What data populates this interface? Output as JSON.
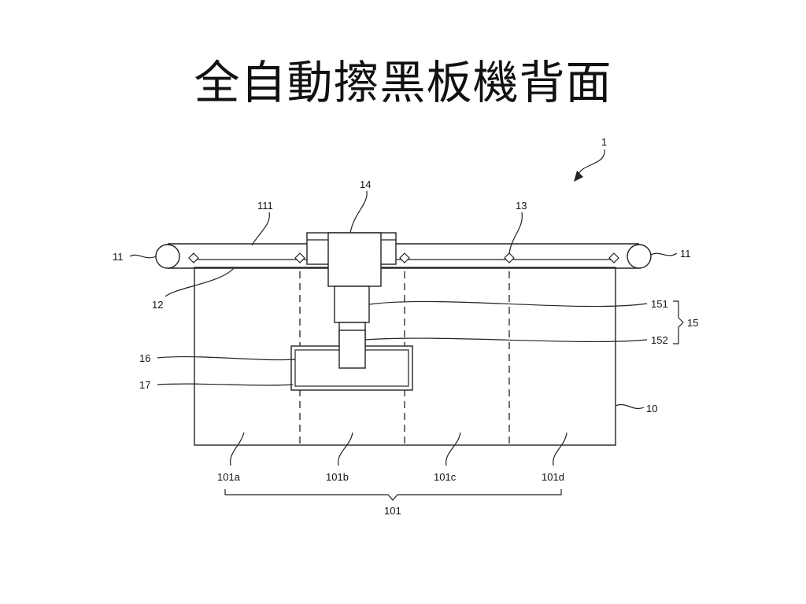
{
  "slide": {
    "title": "全自動擦黑板機背面"
  },
  "diagram": {
    "labels": {
      "device": "1",
      "board": "10",
      "board_sections": "101",
      "section_a": "101a",
      "section_b": "101b",
      "section_c": "101c",
      "section_d": "101d",
      "roller_left": "11",
      "roller_right": "11",
      "belt": "111",
      "rail": "12",
      "sensor": "13",
      "carriage": "14",
      "arm_group": "15",
      "arm_upper": "151",
      "arm_lower": "152",
      "eraser": "16",
      "eraser_pad": "17"
    }
  }
}
